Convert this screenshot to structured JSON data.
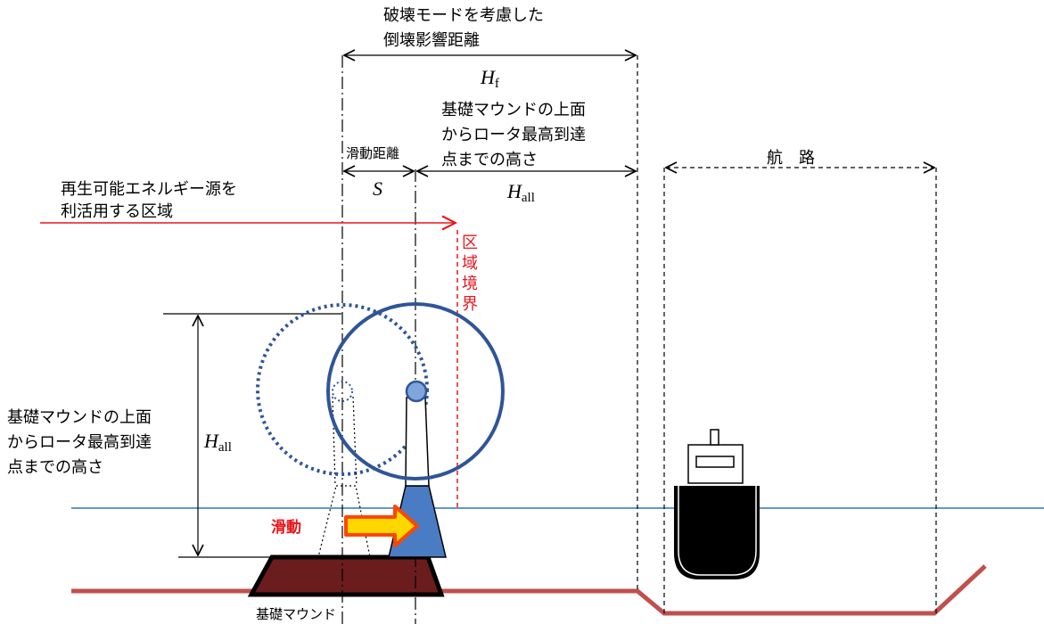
{
  "labels": {
    "failure_dist_line1": "破壊モードを考慮した",
    "failure_dist_line2": "倒壊影響距離",
    "hf_sym": "H",
    "hf_sub": "f",
    "height_top_line1": "基礎マウンドの上面",
    "height_top_line2": "からロータ最高到達",
    "height_top_line3": "点までの高さ",
    "slide_dist": "滑動距離",
    "s_sym": "S",
    "hall_sym": "H",
    "hall_sub": "all",
    "route": "航　路",
    "renewable_line1": "再生可能エネルギー源を",
    "renewable_line2": "利活用する区域",
    "boundary_chars": [
      "区",
      "域",
      "境",
      "界"
    ],
    "height_left_line1": "基礎マウンドの上面",
    "height_left_line2": "からロータ最高到達",
    "height_left_line3": "点までの高さ",
    "hall_left_sym": "H",
    "hall_left_sub": "all",
    "sliding": "滑動",
    "mound": "基礎マウンド"
  },
  "colors": {
    "turbine_blue": "#2f5597",
    "tower_fill": "#4a7cc4",
    "boundary_red": "#e8151c",
    "sea_line": "#2e75b6",
    "seabed": "#c0504d",
    "mound_fill": "#6b1c1c",
    "arrow_yellow": "#ffd700",
    "arrow_orange": "#ff4500"
  }
}
